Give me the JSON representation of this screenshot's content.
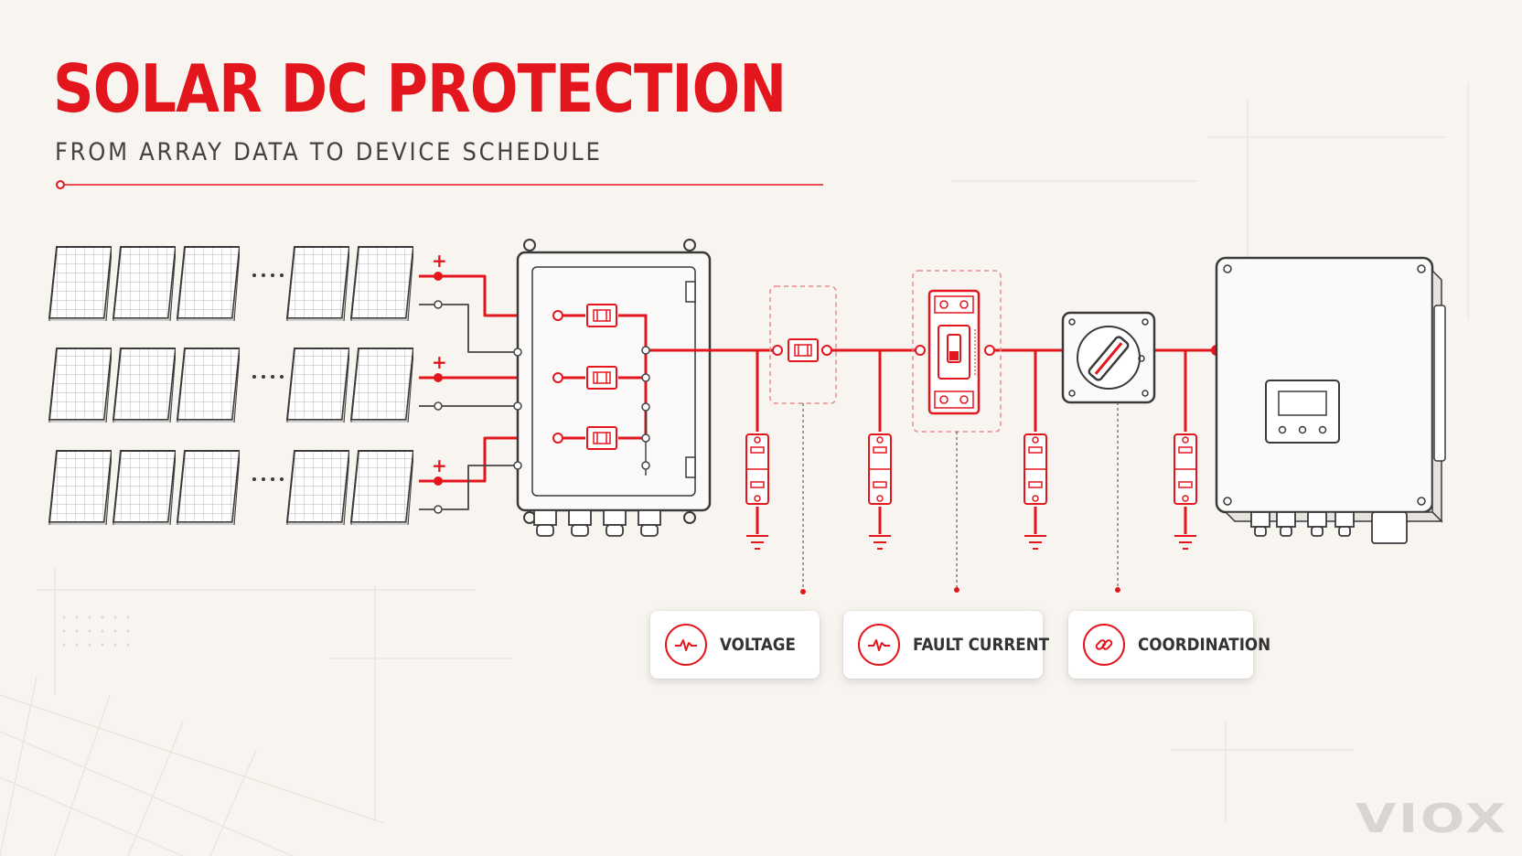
{
  "header": {
    "title": "SOLAR DC PROTECTION",
    "subtitle": "FROM ARRAY DATA TO DEVICE SCHEDULE"
  },
  "colors": {
    "accent": "#e3161d",
    "line_dark": "#444444",
    "background": "#f8f5f0"
  },
  "array": {
    "rows": 3,
    "polarity_positive": "+"
  },
  "cards": [
    {
      "label": "VOLTAGE",
      "icon": "waveform-icon"
    },
    {
      "label": "FAULT CURRENT",
      "icon": "waveform-icon"
    },
    {
      "label": "COORDINATION",
      "icon": "link-icon"
    }
  ],
  "brand": {
    "logo_text": "VIOX"
  }
}
